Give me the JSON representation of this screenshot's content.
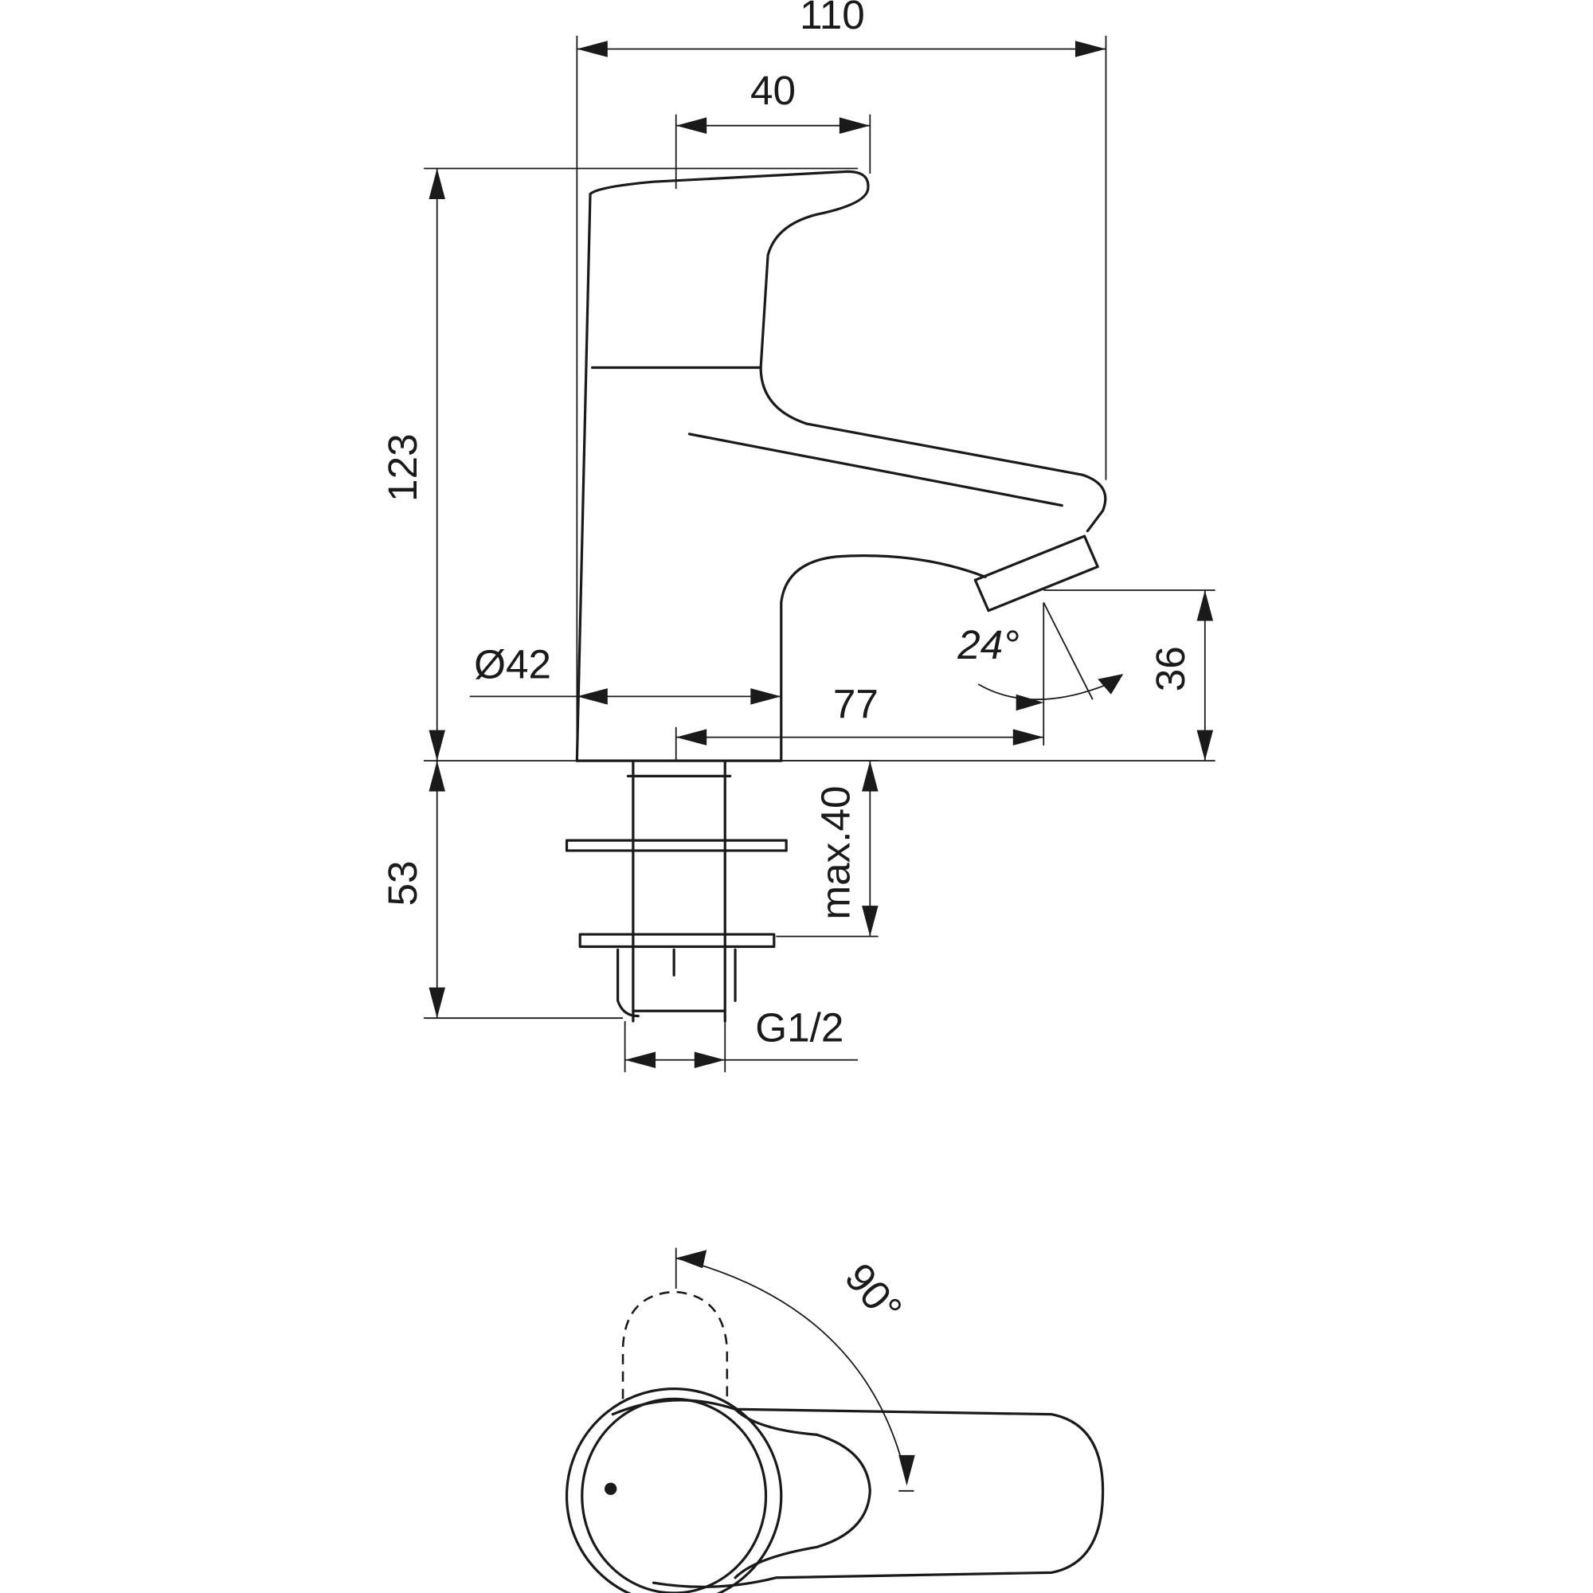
{
  "drawing": {
    "title": "Pillar tap dimension drawing",
    "dimensions": {
      "overall_width": "110",
      "handle_width": "40",
      "overall_height": "123",
      "body_diameter": "Ø42",
      "spout_reach": "77",
      "spout_height": "36",
      "spray_angle": "24°",
      "shank_length": "53",
      "max_deck_thickness": "max.40",
      "thread": "G1/2",
      "handle_rotation": "90°"
    },
    "colors": {
      "line": "#1a1a1a",
      "background": "#ffffff"
    }
  }
}
